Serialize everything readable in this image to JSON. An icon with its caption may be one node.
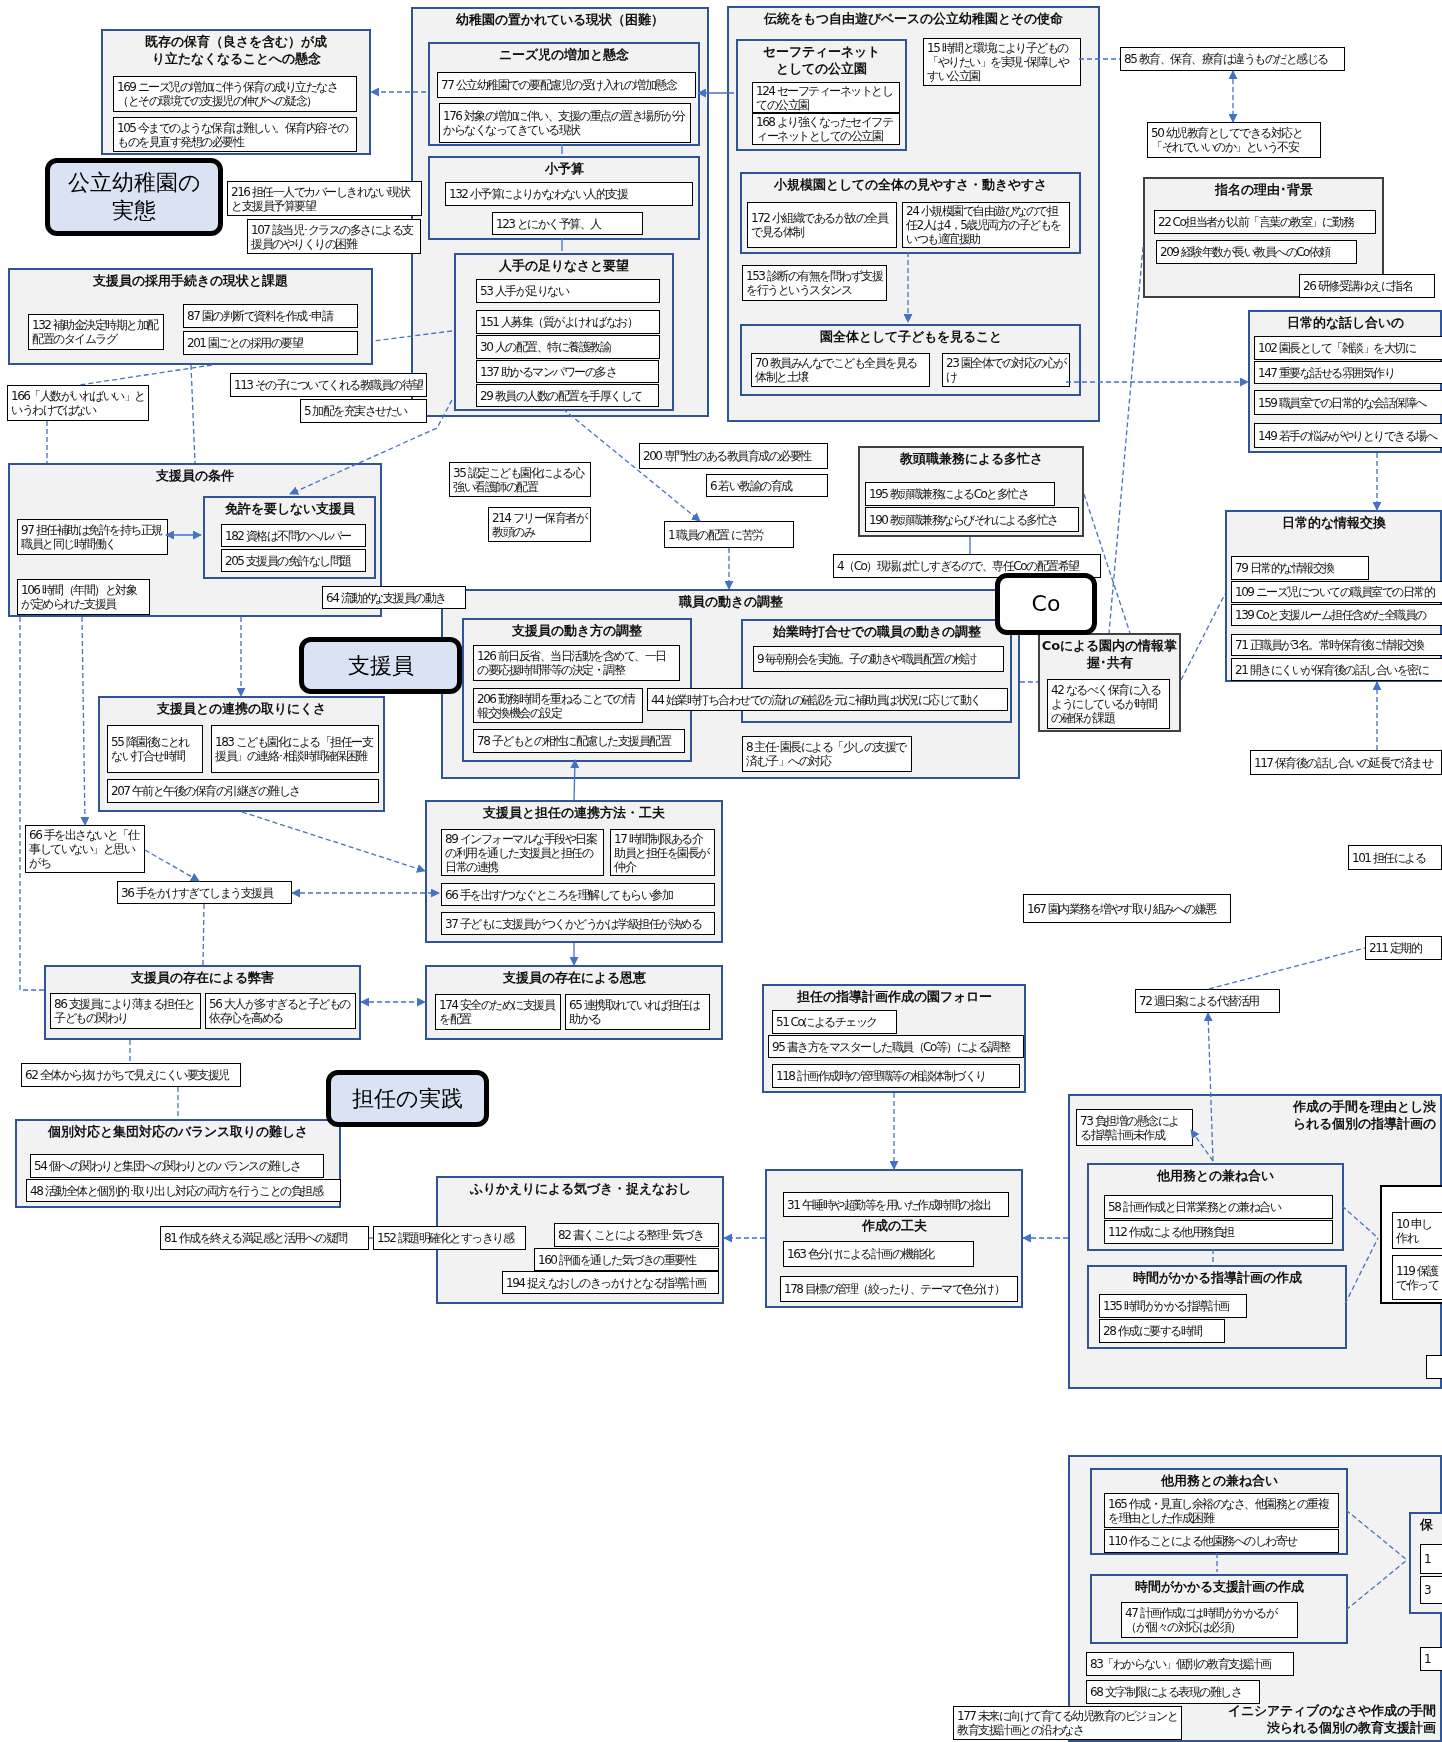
{
  "diagram": {
    "nodes": [
      {
        "text": [
          "既存の保育（良さを含む）が成り立たなくなることへの懸念"
        ]
      },
      {
        "text": [
          "169 ニーズ児の増加に伴う保育の成り立たなさ（とその環境での支援児の伸びへの疑念）"
        ],
        "in": 0
      },
      {
        "text": [
          "105 今までのような保育は難しい。保育内容そのものを見直す発想の必要性"
        ],
        "in": 0
      },
      {
        "text": [
          "幼稚園の置かれている現状（困難）"
        ]
      },
      {
        "text": [
          "ニーズ児の増加と懸念"
        ],
        "in": 3
      },
      {
        "text": [
          "77 公立幼稚園での要配慮児の受け入れの増加懸念"
        ],
        "in": 4
      },
      {
        "text": [
          "176 対象の増加に伴い、支援の重点の置き場所が分からなくなってきている現状"
        ],
        "in": 4
      },
      {
        "text": [
          "小予算"
        ],
        "in": 3
      },
      {
        "text": [
          "132 小予算によりかなわない人的支援"
        ],
        "in": 7
      },
      {
        "text": [
          "123 とにかく予算、人"
        ],
        "in": 7
      },
      {
        "text": [
          "人手の足りなさと要望"
        ],
        "in": 3
      },
      {
        "text": [
          "53 人手が足りない"
        ],
        "in": 10
      },
      {
        "text": [
          "151 人募集（質がよければなお）"
        ],
        "in": 10
      },
      {
        "text": [
          "30 人の配置、特に養護教諭"
        ],
        "in": 10
      },
      {
        "text": [
          "137 助かるマンパワーの多さ"
        ],
        "in": 10
      },
      {
        "text": [
          "29 教員の人数の配置を手厚くして"
        ],
        "in": 10
      },
      {
        "text": [
          "伝統をもつ自由遊びベースの公立幼稚園とその使命"
        ]
      },
      {
        "text": [
          "セーフティーネットとしての公立園"
        ],
        "in": 16
      },
      {
        "text": [
          "124 セーフティーネットとしての公立園"
        ],
        "in": 17
      },
      {
        "text": [
          "168 より強くなったセイフティーネットとしての公立園"
        ],
        "in": 17
      },
      {
        "text": [
          "15 時間と環境により子どもの「やりたい」を実現･保障しやすい公立園"
        ],
        "in": 16
      },
      {
        "text": [
          "小規模園としての全体の見やすさ・動きやすさ"
        ],
        "in": 16
      },
      {
        "text": [
          "172 小組織であるが故の全員で見る体制"
        ],
        "in": 21
      },
      {
        "text": [
          "24 小規模園で自由遊びなので担任2人は4，5歳児両方の子どもをいつも適宜援助"
        ],
        "in": 21
      },
      {
        "text": [
          "153 診断の有無を問わず支援を行うというスタンス"
        ],
        "in": 16
      },
      {
        "text": [
          "園全体として子どもを見ること"
        ],
        "in": 16
      },
      {
        "text": [
          "70 教員みんなでこども全員を見る体制と土壌"
        ],
        "in": 25
      },
      {
        "text": [
          "23 園全体での対応の心がけ"
        ],
        "in": 25
      },
      {
        "text": [
          "85 教育、保育、療育は違うものだと感じる"
        ]
      },
      {
        "text": [
          "50 幼児教育としてできる対応と「それでいいのか」という不安"
        ]
      },
      {
        "text": [
          "公立幼稚園の実態"
        ]
      },
      {
        "text": [
          "216 担任一人でカバーしきれない現状と支援員予算要望"
        ]
      },
      {
        "text": [
          "107 該当児･クラスの多さによる支援員のやりくりの困難"
        ]
      },
      {
        "text": [
          "指名の理由･背景"
        ]
      },
      {
        "text": [
          "22 Co担当者が以前「言葉の教室」に勤務"
        ],
        "in": 33
      },
      {
        "text": [
          "209 経験年数が長い教員へのCo依頼"
        ],
        "in": 33
      },
      {
        "text": [
          "26 研修受講ゆえに指名"
        ]
      },
      {
        "text": [
          "支援員の採用手続きの現状と課題"
        ]
      },
      {
        "text": [
          "132 補助金決定時期と加配配置のタイムラグ"
        ],
        "in": 37
      },
      {
        "text": [
          "87 園の判断で資料を作成･申請"
        ],
        "in": 37
      },
      {
        "text": [
          "201 園ごとの採用の要望"
        ],
        "in": 37
      },
      {
        "text": [
          "日常的な話し合いの"
        ]
      },
      {
        "text": [
          "102 園長として「雑談」を大切に"
        ],
        "in": 41
      },
      {
        "text": [
          "147 重要な話せる雰囲気作り"
        ],
        "in": 41
      },
      {
        "text": [
          "159 職員室での日常的な会話保障へ"
        ],
        "in": 41
      },
      {
        "text": [
          "149 若手の悩みがやりとりできる場へ"
        ],
        "in": 41
      },
      {
        "text": [
          "166「人数がいればいい」というわけではない"
        ]
      },
      {
        "text": [
          "113 その子についてくれる教職員の待望"
        ]
      },
      {
        "text": [
          "5 加配を充実させたい"
        ]
      },
      {
        "text": [
          "200 専門性のある教員育成の必要性"
        ]
      },
      {
        "text": [
          "教頭職兼務による多忙さ"
        ]
      },
      {
        "text": [
          "195 教頭職兼務によるCoと多忙さ"
        ],
        "in": 50
      },
      {
        "text": [
          "190 教頭職兼務ならびそれによる多忙さ"
        ],
        "in": 50
      },
      {
        "text": [
          "35 認定こども園化による心強い看護師の配置"
        ]
      },
      {
        "text": [
          "6 若い教諭の育成"
        ]
      },
      {
        "text": [
          "支援員の条件"
        ]
      },
      {
        "text": [
          "97 担任補助は免許を持ち正規職員と同じ時間働く"
        ],
        "in": 55
      },
      {
        "text": [
          "免許を要しない支援員"
        ],
        "in": 55
      },
      {
        "text": [
          "182 資格は不問のヘルパー"
        ],
        "in": 57
      },
      {
        "text": [
          "205 支援員の免許なし問題"
        ],
        "in": 57
      },
      {
        "text": [
          "106 時間（年間）と対象が定められた支援員"
        ],
        "in": 55
      },
      {
        "text": [
          "214 フリー保育者が教頭のみ"
        ]
      },
      {
        "text": [
          "1 職員の配置 に苦労"
        ]
      },
      {
        "text": [
          "日常的な情報交換"
        ]
      },
      {
        "text": [
          "79 日常的な情報交換"
        ],
        "in": 63
      },
      {
        "text": [
          "109 ニーズ児についての職員室での日常的"
        ],
        "in": 63
      },
      {
        "text": [
          "139 Coと支援ルーム担任含めた全職員の"
        ],
        "in": 63
      },
      {
        "text": [
          "71 正職員が3名。常時保育後に情報交換"
        ],
        "in": 63
      },
      {
        "text": [
          "21 開きにくいが保育後の話し合いを密に"
        ],
        "in": 63
      },
      {
        "text": [
          "4（Co）現場は忙しすぎるので、専任Coの配置希望"
        ]
      },
      {
        "text": [
          "64 流動的な支援員の動き"
        ]
      },
      {
        "text": [
          "職員の動きの調整"
        ]
      },
      {
        "text": [
          "支援員の動き方の調整"
        ],
        "in": 71
      },
      {
        "text": [
          "126 前日反省、当日活動を含めて、一日の要応援時間帯等の決定・調整"
        ],
        "in": 72
      },
      {
        "text": [
          "206 勤務時間を重ねることでの情報交換機会の設定"
        ],
        "in": 72
      },
      {
        "text": [
          "78 子どもとの相性に配慮した支援員配置"
        ],
        "in": 72
      },
      {
        "text": [
          "始業時打合せでの職員の動きの調整"
        ],
        "in": 71
      },
      {
        "text": [
          "9 毎朝朝会を実施。子の動きや職員配置の検討"
        ],
        "in": 76
      },
      {
        "text": [
          "44 始業時打ち合わせでの流れの確認を元に補助員は状況に応じて動く"
        ],
        "in": 71
      },
      {
        "text": [
          "8 主任･園長による「少しの支援で済む子」への対応"
        ],
        "in": 71
      },
      {
        "text": [
          "支援員"
        ]
      },
      {
        "text": [
          "Co"
        ]
      },
      {
        "text": [
          "Coによる園内の情報掌握･共有"
        ]
      },
      {
        "text": [
          "42 なるべく保育に入るようにしているが時間の確保が課題"
        ],
        "in": 82
      },
      {
        "text": [
          "支援員との連携の取りにくさ"
        ]
      },
      {
        "text": [
          "55 降園後にとれない打合せ時間"
        ],
        "in": 84
      },
      {
        "text": [
          "183 こども園化による「担任ー支援員」の連絡･相談時間確保困難"
        ],
        "in": 84
      },
      {
        "text": [
          "207 午前と午後の保育の引継ぎの難しさ"
        ],
        "in": 84
      },
      {
        "text": [
          "117 保育後の話し合いの延長で済ませ"
        ]
      },
      {
        "text": [
          "支援員と担任の連携方法・工夫"
        ]
      },
      {
        "text": [
          "89 インフォーマルな手段や日案の利用を通した支援員と担任の日常の連携"
        ],
        "in": 89
      },
      {
        "text": [
          "17 時間制限ある介助員と担任を園長が仲介"
        ],
        "in": 89
      },
      {
        "text": [
          "66 手を出す/つなぐところを理解してもらい参加"
        ],
        "in": 89
      },
      {
        "text": [
          "37 子どもに支援員がつくかどうかは学級担任が決める"
        ],
        "in": 89
      },
      {
        "text": [
          "66 手を出さないと「仕事していない」と思いがち"
        ]
      },
      {
        "text": [
          "36 手をかけすぎてしまう支援員"
        ]
      },
      {
        "text": [
          "101 担任による"
        ]
      },
      {
        "text": [
          "167 園内業務を増やす取り組みへの嫌悪"
        ]
      },
      {
        "text": [
          "211 定期的"
        ]
      },
      {
        "text": [
          "支援員の存在による弊害"
        ]
      },
      {
        "text": [
          "86 支援員により薄まる担任と子どもの関わり"
        ],
        "in": 99
      },
      {
        "text": [
          "56 大人が多すぎると子どもの依存心を高める"
        ],
        "in": 99
      },
      {
        "text": [
          "支援員の存在による恩恵"
        ]
      },
      {
        "text": [
          "174 安全のために支援員を配置"
        ],
        "in": 102
      },
      {
        "text": [
          "65 連携取れていれば担任は助かる"
        ],
        "in": 102
      },
      {
        "text": [
          "担任の指導計画作成の園フォロー"
        ]
      },
      {
        "text": [
          "51 Coによるチェック"
        ],
        "in": 105
      },
      {
        "text": [
          "95 書き方をマスターした職員（Co等）による調整"
        ],
        "in": 105
      },
      {
        "text": [
          "118 計画作成時の管理職等の相談体制づくり"
        ],
        "in": 105
      },
      {
        "text": [
          "72 週日案による代替活用"
        ]
      },
      {
        "text": [
          "62 全体から抜けがちで見えにくい要支援児"
        ]
      },
      {
        "text": [
          "担任の実践"
        ]
      },
      {
        "text": [
          "個別対応と集団対応のバランス取りの難しさ"
        ]
      },
      {
        "text": [
          "54 個への関わりと集団への関わりとのバランスの難しさ"
        ],
        "in": 112
      },
      {
        "text": [
          "48 活動全体と個別的･取り出し対応の両方を行うことの負担感"
        ],
        "in": 112
      },
      {
        "text": [
          "作成の手間を理由とし渋られる個別の指導計画の"
        ]
      },
      {
        "text": [
          "73 負担増の懸念による指導計画未作成"
        ],
        "in": 115
      },
      {
        "text": [
          "ふりかえりによる気づき・捉えなおし"
        ]
      },
      {
        "text": [
          "82 書くことによる整理･気づき"
        ],
        "in": 117
      },
      {
        "text": [
          "160 評価を通した気づきの重要性"
        ],
        "in": 117
      },
      {
        "text": [
          "194 捉えなおしのきっかけとなる指導計画"
        ],
        "in": 117
      },
      {
        "text": [
          "作成の工夫"
        ]
      },
      {
        "text": [
          "31 午睡時や超勤等を用いた作成時間の捻出"
        ],
        "in": 121
      },
      {
        "text": [
          "163 色分けによる計画の機能化"
        ],
        "in": 121
      },
      {
        "text": [
          "178 目標の管理（絞ったり、テーマで色分け）"
        ],
        "in": 121
      },
      {
        "text": [
          "他用務との兼ね合い"
        ],
        "in": 115
      },
      {
        "text": [
          "58 計画作成と日常業務との兼ね合い"
        ],
        "in": 125
      },
      {
        "text": [
          "112 作成による他用務負担"
        ],
        "in": 125
      },
      {
        "text": [
          "81 作成を終える満足感と活用への疑問"
        ]
      },
      {
        "text": [
          "152 課題明確化とすっきり感"
        ]
      },
      {
        "text": [],
        "shape": "box",
        "in": 115
      },
      {
        "text": [
          "10 申し作れ"
        ],
        "in": 130
      },
      {
        "text": [
          "119 保護で作って"
        ],
        "in": 130
      },
      {
        "text": [
          "時間がかかる指導計画の作成"
        ],
        "in": 115
      },
      {
        "text": [
          "135 時間がかかる指導計画"
        ],
        "in": 133
      },
      {
        "text": [
          "28 作成に要する時間"
        ],
        "in": 133
      },
      {
        "text": [],
        "shape": "box",
        "in": 115
      },
      {
        "text": [
          "イニシアティブのなさや作成の手間渋られる個別の教育支援計画"
        ]
      },
      {
        "text": [
          "他用務との兼ね合い"
        ],
        "in": 137
      },
      {
        "text": [
          "165 作成・見直し余裕のなさ、他園務との重複を理由とした作成困難"
        ],
        "in": 138
      },
      {
        "text": [
          "110 作ることによる他園務へのしわ寄せ"
        ],
        "in": 138
      },
      {
        "text": [
          "保"
        ],
        "in": 137
      },
      {
        "text": [
          "1"
        ],
        "in": 141
      },
      {
        "text": [
          "3"
        ],
        "in": 141
      },
      {
        "text": [
          "時間がかかる支援計画の作成"
        ],
        "in": 137
      },
      {
        "text": [
          "47 計画作成には時間がかかるが（が個々の対応は必須）"
        ],
        "in": 144
      },
      {
        "text": [
          "83「わからない」個別の教育支援計画"
        ],
        "in": 137
      },
      {
        "text": [
          "68 文字制限による表現の難しさ"
        ],
        "in": 137
      },
      {
        "text": [
          "1"
        ],
        "in": 137
      },
      {
        "text": [
          "177 未来に向けて育てる幼児教育のビジョンと教育支援計画との沿わなさ"
        ]
      }
    ],
    "edges": [
      {
        "from": 4,
        "to": 0,
        "arrow": "to",
        "style": "dashed"
      },
      {
        "from": 17,
        "to": 4,
        "arrow": "to"
      },
      {
        "from": 4,
        "to": 7,
        "arrow": "none"
      },
      {
        "from": 7,
        "to": 10,
        "arrow": "none"
      },
      {
        "from": 20,
        "to": 28,
        "arrow": "none",
        "style": "dashed"
      },
      {
        "from": 28,
        "to": 29,
        "arrow": "both",
        "style": "dashed"
      },
      {
        "from": 21,
        "to": 25,
        "arrow": "to",
        "style": "dashed"
      },
      {
        "from": 27,
        "to": 41,
        "arrow": "to",
        "style": "dashed"
      },
      {
        "from": 41,
        "to": 63,
        "arrow": "to",
        "style": "dashed"
      },
      {
        "from": 88,
        "to": 63,
        "arrow": "to",
        "style": "dashed"
      },
      {
        "from": 33,
        "to": 82,
        "arrow": "none",
        "style": "dashed"
      },
      {
        "from": 50,
        "to": 82,
        "arrow": "none",
        "style": "dashed"
      },
      {
        "from": 82,
        "to": 63,
        "arrow": "none",
        "style": "dashed"
      },
      {
        "from": 71,
        "to": 82,
        "arrow": "none",
        "style": "dashed"
      },
      {
        "from": 50,
        "to": 69,
        "arrow": "none"
      },
      {
        "from": 10,
        "to": 62,
        "arrow": "to",
        "style": "dashed"
      },
      {
        "from": 62,
        "to": 71,
        "arrow": "to",
        "style": "dashed"
      },
      {
        "from": 10,
        "to": 37,
        "arrow": "none",
        "style": "dashed"
      },
      {
        "from": 10,
        "to": 57,
        "arrow": "to",
        "style": "dashed"
      },
      {
        "from": 37,
        "to": 46,
        "arrow": "none",
        "style": "dashed"
      },
      {
        "from": 37,
        "to": 55,
        "arrow": "none",
        "style": "dashed"
      },
      {
        "from": 46,
        "to": 55,
        "arrow": "none",
        "style": "dashed"
      },
      {
        "from": 56,
        "to": 57,
        "arrow": "both"
      },
      {
        "from": 55,
        "to": 84,
        "arrow": "to",
        "style": "dashed"
      },
      {
        "from": 55,
        "to": 94,
        "arrow": "to",
        "style": "dashed"
      },
      {
        "from": 55,
        "to": 99,
        "arrow": "none",
        "style": "dashed"
      },
      {
        "from": 84,
        "to": 89,
        "arrow": "to",
        "style": "dashed"
      },
      {
        "from": 94,
        "to": 95,
        "arrow": "to",
        "style": "dashed"
      },
      {
        "from": 95,
        "to": 92,
        "arrow": "both",
        "style": "dashed"
      },
      {
        "from": 95,
        "to": 99,
        "arrow": "none",
        "style": "dashed"
      },
      {
        "from": 89,
        "to": 72,
        "arrow": "to"
      },
      {
        "from": 89,
        "to": 102,
        "arrow": "to"
      },
      {
        "from": 99,
        "to": 102,
        "arrow": "both",
        "style": "dashed"
      },
      {
        "from": 99,
        "to": 110,
        "arrow": "none",
        "style": "dashed"
      },
      {
        "from": 110,
        "to": 112,
        "arrow": "none",
        "style": "dashed"
      },
      {
        "from": 128,
        "to": 129,
        "arrow": "none"
      },
      {
        "from": 121,
        "to": 117,
        "arrow": "to",
        "style": "dashed"
      },
      {
        "from": 105,
        "to": 121,
        "arrow": "to",
        "style": "dashed"
      },
      {
        "from": 115,
        "to": 121,
        "arrow": "to",
        "style": "dashed"
      },
      {
        "from": 125,
        "to": 116,
        "arrow": "to",
        "style": "dashed"
      },
      {
        "from": 125,
        "to": 109,
        "arrow": "to",
        "style": "dashed"
      },
      {
        "from": 109,
        "to": 98,
        "arrow": "none",
        "style": "dashed"
      },
      {
        "from": 125,
        "to": 133,
        "arrow": "none",
        "style": "dashed"
      },
      {
        "from": 125,
        "to": 130,
        "arrow": "none",
        "style": "dashed"
      },
      {
        "from": 133,
        "to": 130,
        "arrow": "none",
        "style": "dashed"
      },
      {
        "from": 138,
        "to": 144,
        "arrow": "none",
        "style": "dashed"
      },
      {
        "from": 138,
        "to": 141,
        "arrow": "none",
        "style": "dashed"
      },
      {
        "from": 144,
        "to": 141,
        "arrow": "none",
        "style": "dashed"
      }
    ]
  }
}
